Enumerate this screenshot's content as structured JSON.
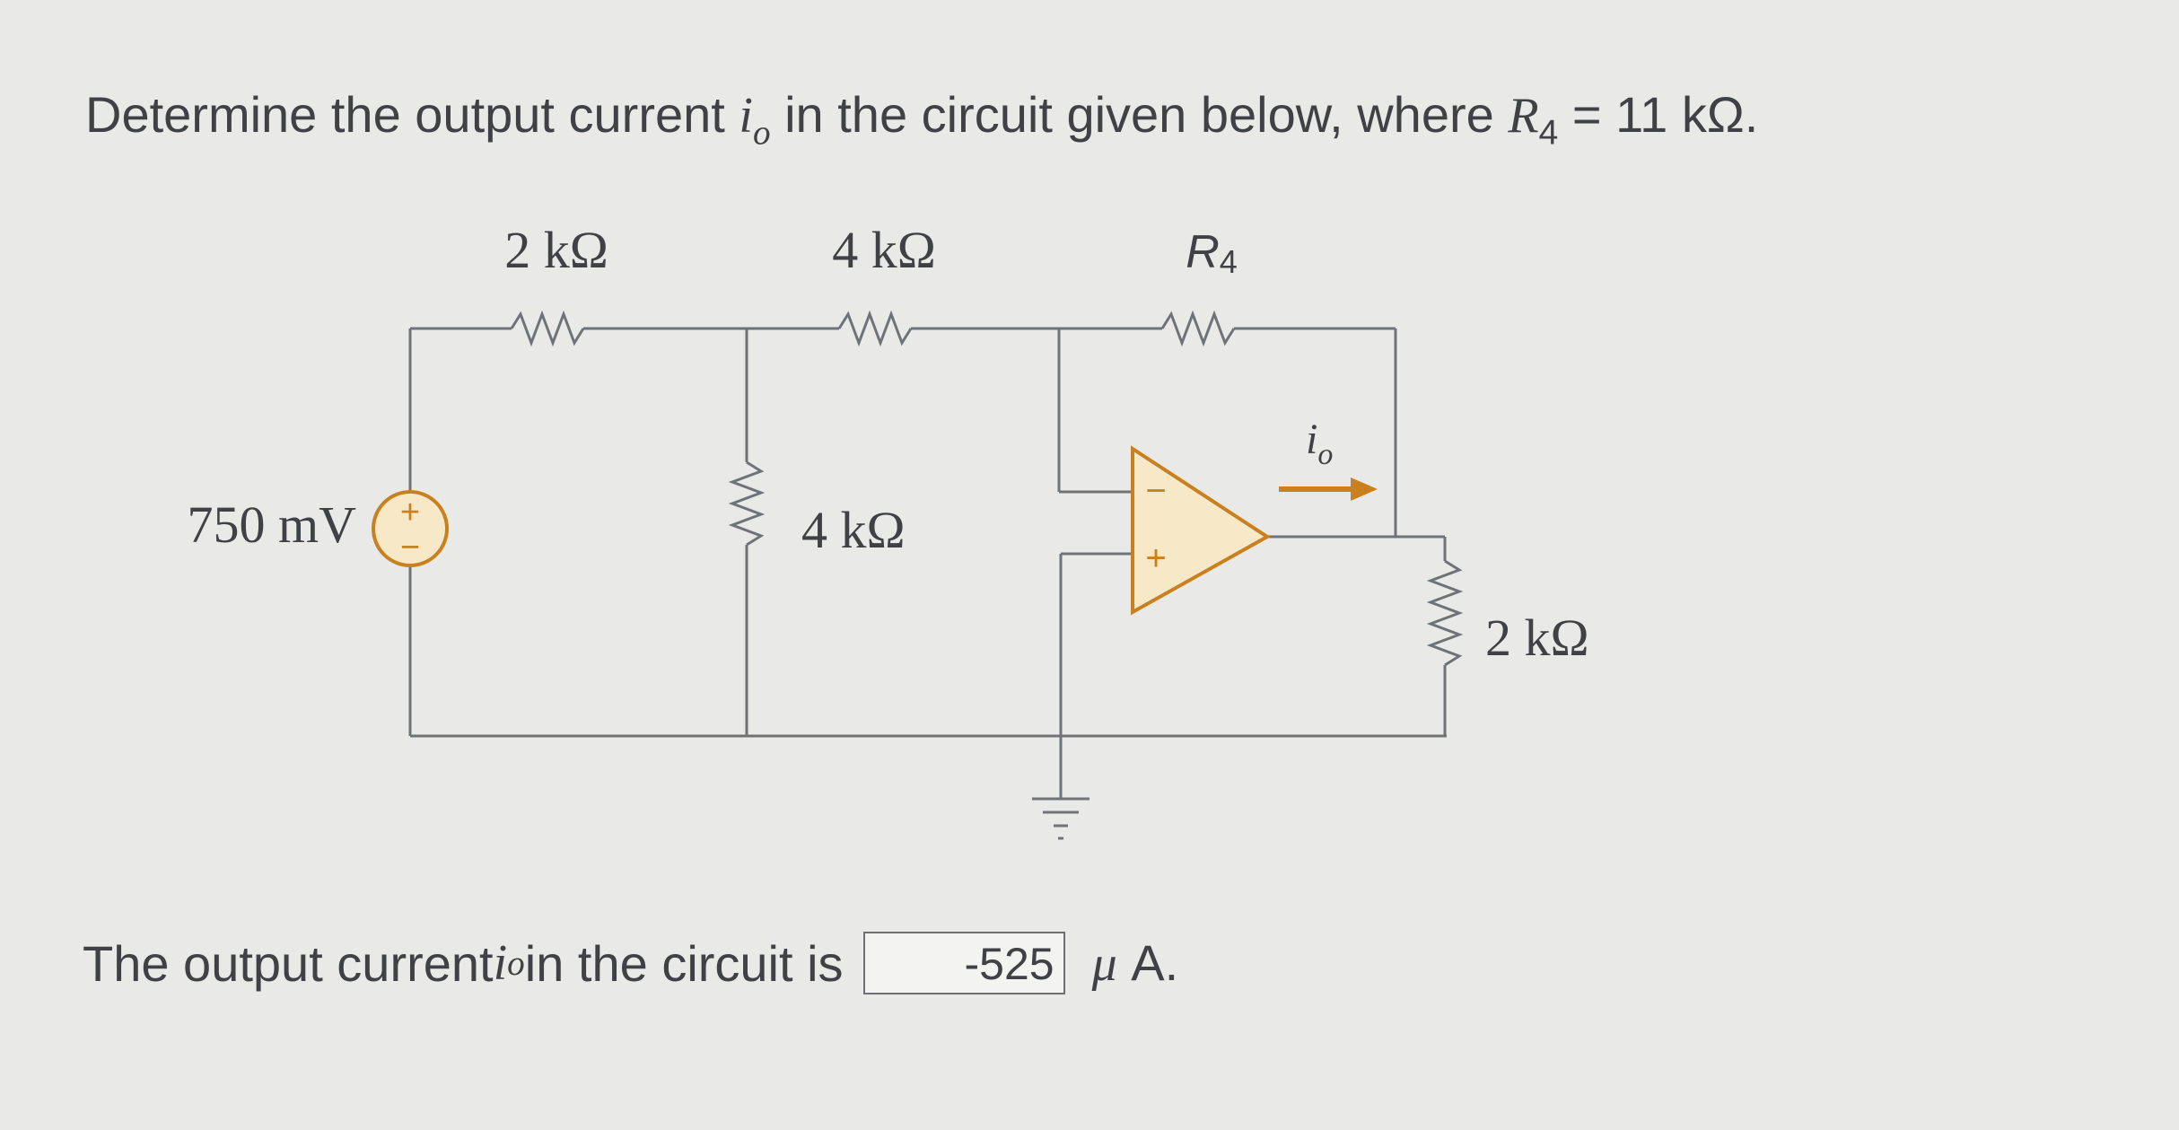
{
  "question": {
    "prefix": "Determine the output current ",
    "var_main": "i",
    "var_sub": "o",
    "middle": " in the circuit given below, where ",
    "r_main": "R",
    "r_sub": "4",
    "suffix": " = 11 kΩ."
  },
  "circuit": {
    "source_label": "750 mV",
    "source_plus": "+",
    "source_minus": "−",
    "r1_label": "2 kΩ",
    "r2_label": "4 kΩ",
    "r4_main": "R",
    "r4_sub": "4",
    "r3_label": "4 kΩ",
    "rload_label": "2 kΩ",
    "io_main": "i",
    "io_sub": "o",
    "opamp_minus": "−",
    "opamp_plus": "+"
  },
  "answer": {
    "prefix": "The output current ",
    "var_main": "i",
    "var_sub": "o",
    "middle": " in the circuit is",
    "value": "-525",
    "unit_mu": "μ",
    "unit_rest": " A."
  }
}
